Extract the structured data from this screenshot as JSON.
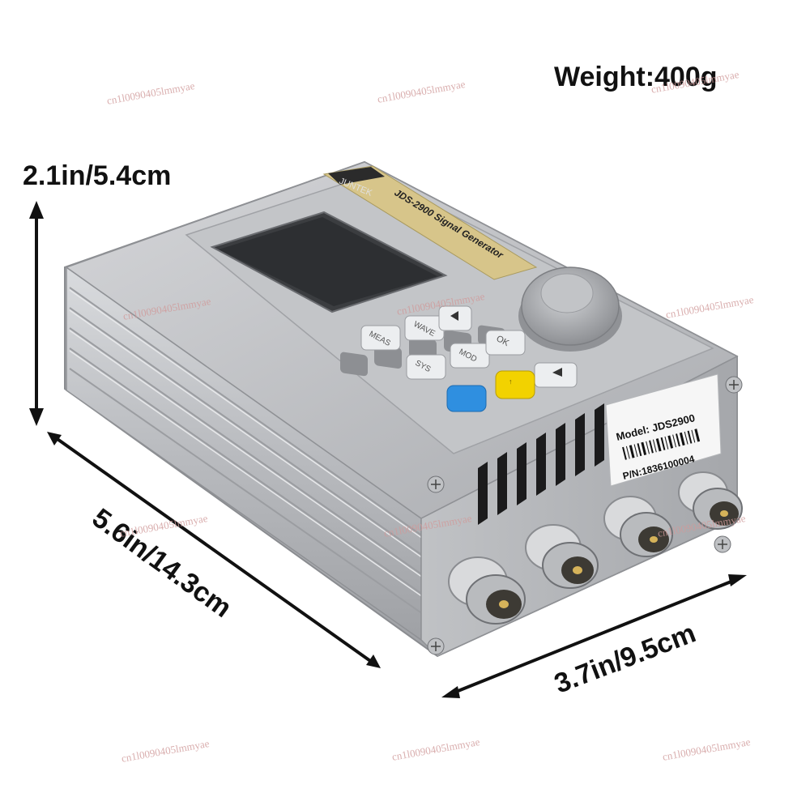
{
  "dimensions": {
    "weight": "Weight:400g",
    "height": "2.1in/5.4cm",
    "length": "5.6in/14.3cm",
    "width": "3.7in/9.5cm"
  },
  "device": {
    "brand": "JUNTEK",
    "model_title": "JDS-2900 Signal Generator",
    "buttons": {
      "meas": "MEAS",
      "wave": "WAVE",
      "sys": "SYS",
      "mod": "MOD",
      "ok": "OK"
    },
    "label": {
      "model": "Model: JDS2900",
      "pn": "P/N:1836100004"
    },
    "colors": {
      "body": "#c7c9cc",
      "face": "#b7b9bc",
      "screen": "#3b3d40",
      "yellow_button": "#f2d200",
      "blue_button": "#2f8fe0",
      "badge_gold": "#d7c58a"
    }
  },
  "watermarks": {
    "text": "cn1l0090405lmmyae"
  }
}
